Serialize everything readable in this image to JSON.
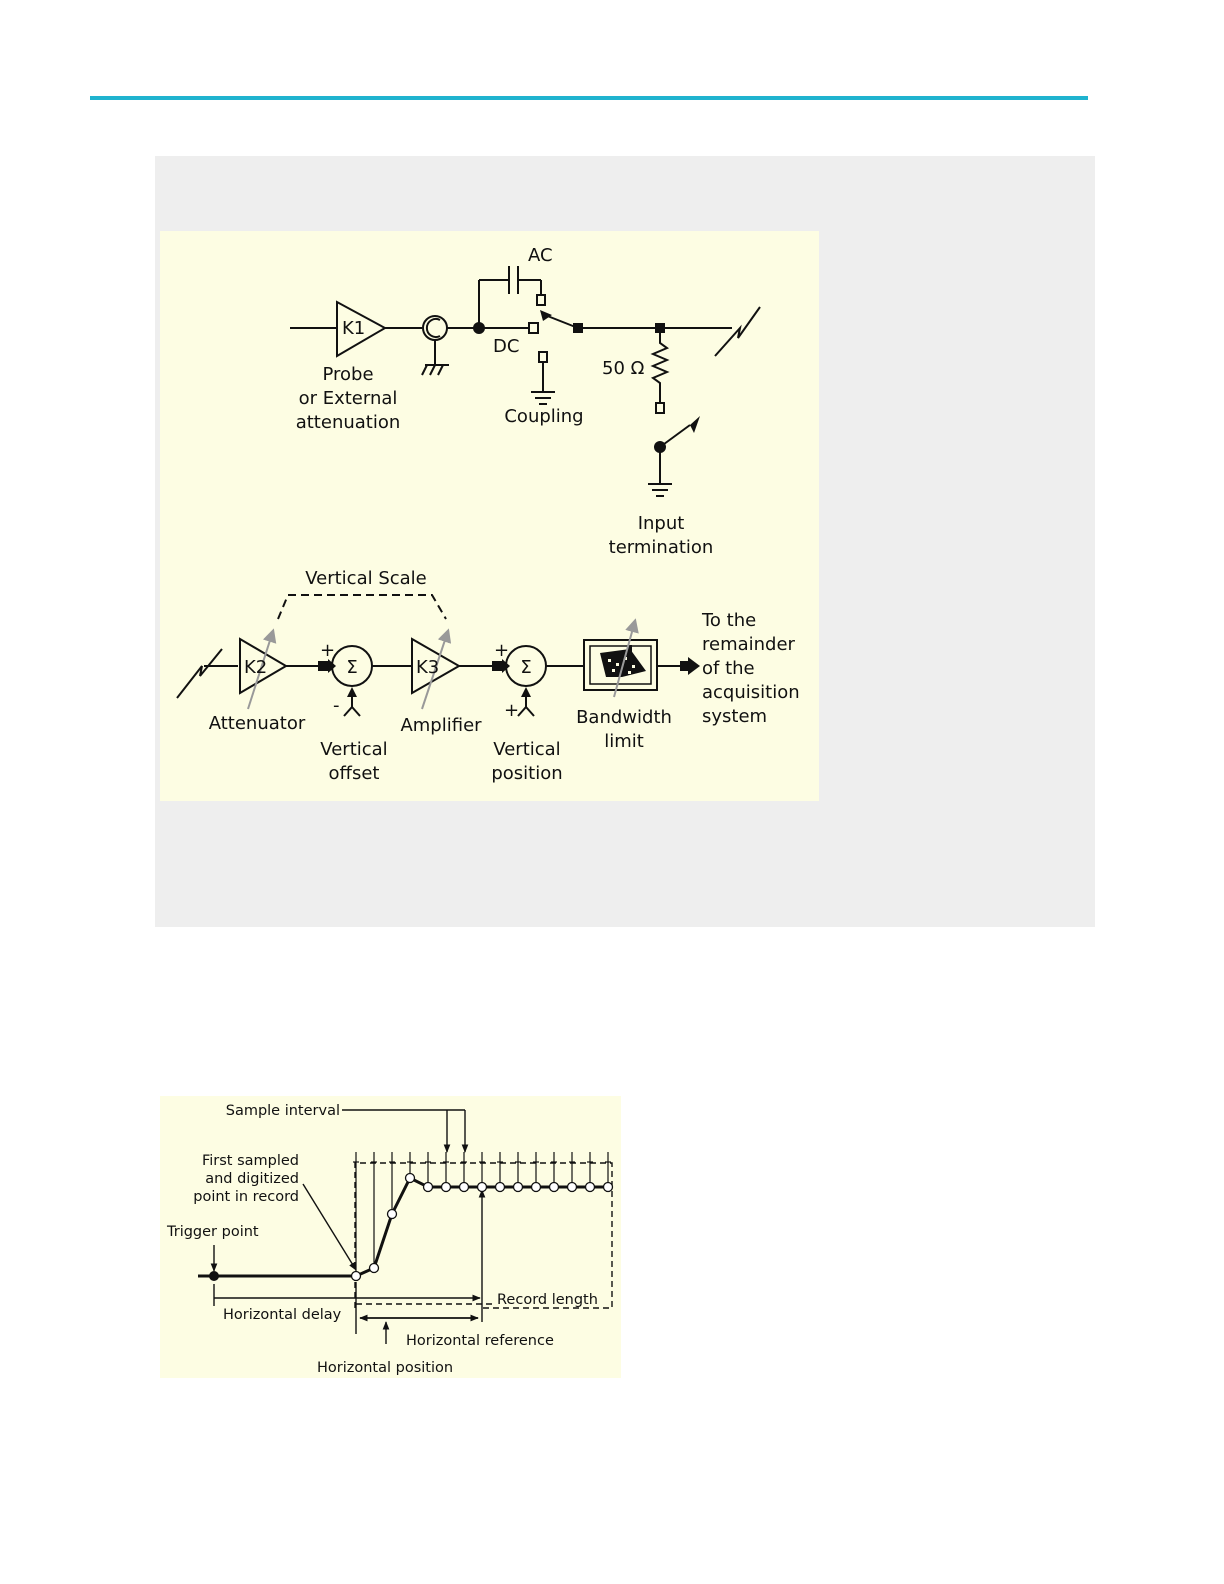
{
  "vertical_diagram": {
    "labels": {
      "k1": "K1",
      "probe_line1": "Probe",
      "probe_line2": "or External",
      "probe_line3": "attenuation",
      "ac": "AC",
      "dc": "DC",
      "coupling": "Coupling",
      "ohm": "50 Ω",
      "input_line1": "Input",
      "input_line2": "termination",
      "vertical_scale": "Vertical Scale",
      "k2": "K2",
      "k3": "K3",
      "sigma": "Σ",
      "plus": "+",
      "minus": "-",
      "attenuator": "Attenuator",
      "amplifier": "Amplifier",
      "voffset_line1": "Vertical",
      "voffset_line2": "offset",
      "vpos_line1": "Vertical",
      "vpos_line2": "position",
      "bw_line1": "Bandwidth",
      "bw_line2": "limit",
      "dest_line1": "To the",
      "dest_line2": "remainder",
      "dest_line3": "of the",
      "dest_line4": "acquisition",
      "dest_line5": "system"
    }
  },
  "horizontal_diagram": {
    "labels": {
      "sample_interval": "Sample interval",
      "first_line1": "First sampled",
      "first_line2": "and digitized",
      "first_line3": "point in record",
      "trigger_point": "Trigger point",
      "record_length": "Record length",
      "horizontal_delay": "Horizontal delay",
      "horizontal_reference": "Horizontal reference",
      "horizontal_position": "Horizontal position"
    }
  },
  "colors": {
    "accent_rule": "#1fb3cf",
    "panel_gray": "#eeeeee",
    "diagram_bg": "#fdfde3"
  }
}
